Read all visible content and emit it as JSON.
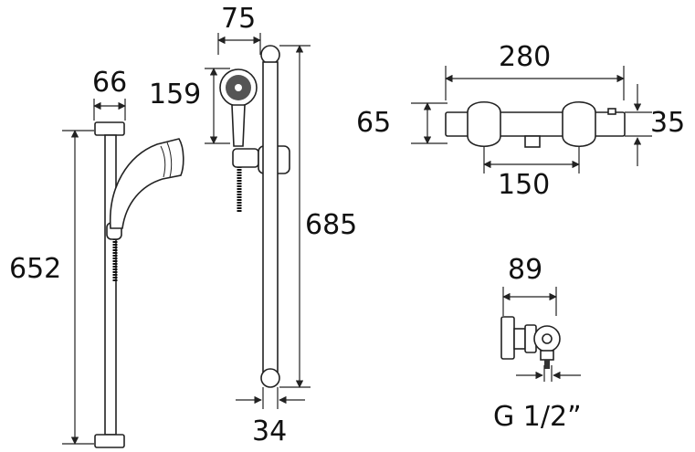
{
  "diagram": {
    "slide_rail_kit_a": {
      "width_label": "66",
      "height_label": "652"
    },
    "slide_rail_kit_b": {
      "handset_width_label": "75",
      "handset_height_label": "159",
      "rail_height_label": "685",
      "rail_diameter_label": "34"
    },
    "thermostatic_valve": {
      "overall_width_label": "280",
      "body_height_label": "65",
      "depth_label": "35",
      "centres_label": "150"
    },
    "side_view": {
      "width_label": "89",
      "thread_label": "G 1/2”"
    },
    "colors": {
      "line": "#222222",
      "background": "#ffffff"
    }
  }
}
